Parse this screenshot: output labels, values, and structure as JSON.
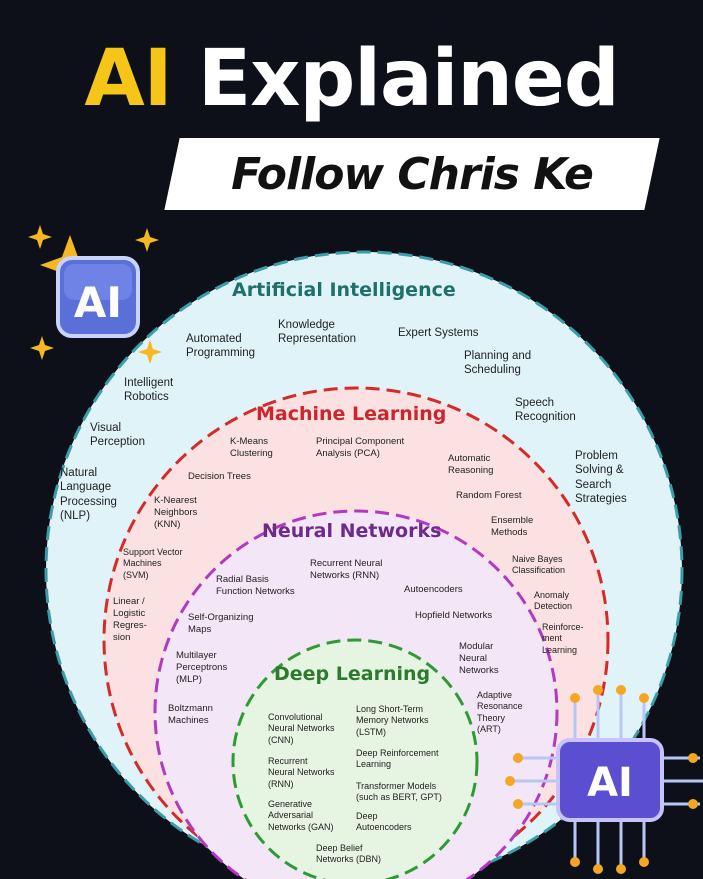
{
  "header": {
    "title_accent": "AI",
    "title_rest": "Explained",
    "subtitle": "Follow Chris Ke"
  },
  "colors": {
    "background": "#0d1018",
    "accent_yellow": "#f5c518",
    "ai_ring": "#dff3f9",
    "ml_ring": "#fbe1e1",
    "nn_ring": "#f3e6f7",
    "dl_ring": "#e6f4e2"
  },
  "badges": {
    "top_left": "AI",
    "bottom_right": "AI"
  },
  "rings": {
    "ai": {
      "title": "Artificial Intelligence",
      "items": [
        "Automated\nProgramming",
        "Knowledge\nRepresentation",
        "Expert Systems",
        "Planning and\nScheduling",
        "Intelligent\nRobotics",
        "Speech\nRecognition",
        "Visual\nPerception",
        "Problem\nSolving &\nSearch\nStrategies",
        "Natural\nLanguage\nProcessing\n(NLP)"
      ]
    },
    "ml": {
      "title": "Machine Learning",
      "items": [
        "K-Means\nClustering",
        "Principal Component\nAnalysis (PCA)",
        "Automatic\nReasoning",
        "Decision Trees",
        "Random Forest",
        "K-Nearest\nNeighbors\n(KNN)",
        "Ensemble\nMethods",
        "Support Vector\nMachines\n(SVM)",
        "Naive Bayes\nClassification",
        "Linear /\nLogistic\nRegres-\nsion",
        "Anomaly\nDetection",
        "Reinforce-\nment\nLearning"
      ]
    },
    "nn": {
      "title": "Neural Networks",
      "items": [
        "Recurrent Neural\nNetworks (RNN)",
        "Radial Basis\nFunction Networks",
        "Autoencoders",
        "Self-Organizing\nMaps",
        "Hopfield Networks",
        "Multilayer\nPerceptrons\n(MLP)",
        "Modular\nNeural\nNetworks",
        "Boltzmann\nMachines",
        "Adaptive\nResonance\nTheory\n(ART)"
      ]
    },
    "dl": {
      "title": "Deep Learning",
      "items": [
        "Convolutional\nNeural Networks\n(CNN)",
        "Long Short-Term\nMemory Networks\n(LSTM)",
        "Deep Reinforcement\nLearning",
        "Recurrent\nNeural Networks\n(RNN)",
        "Transformer Models\n(such as BERT, GPT)",
        "Generative\nAdversarial\nNetworks (GAN)",
        "Deep\nAutoencoders",
        "Deep Belief\nNetworks (DBN)"
      ]
    }
  }
}
